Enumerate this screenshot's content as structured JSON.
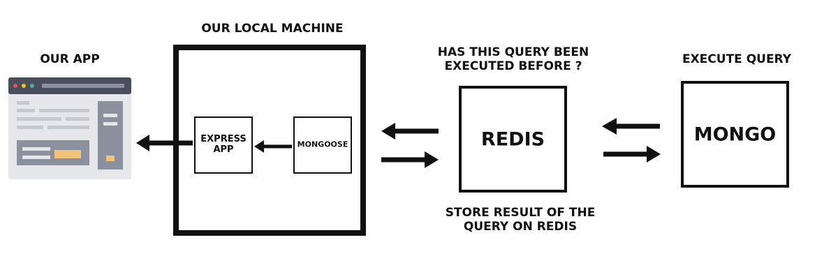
{
  "app_label": "OUR APP",
  "machine_label": "OUR LOCAL MACHINE",
  "query_check_label_line1": "HAS THIS QUERY BEEN",
  "query_check_label_line2": "EXECUTED BEFORE ?",
  "execute_label": "EXECUTE QUERY",
  "store_label_line1": "STORE RESULT OF THE",
  "store_label_line2": "QUERY ON REDIS",
  "express_line1": "EXPRESS",
  "express_line2": "APP",
  "mongoose_label": "MONGOOSE",
  "redis_label": "REDIS",
  "mongo_label": "MONGO",
  "icons": {
    "app_window": "browser-window-icon"
  },
  "colors": {
    "stroke": "#111111",
    "window_titlebar": "#4a4e5c",
    "window_body": "#e6e7ea",
    "window_sidebar": "#8c8f9c",
    "window_lines": "#c7c9cf",
    "dot_red": "#e2574c",
    "dot_yellow": "#f0c419",
    "dot_green": "#3db39e",
    "accent_orange": "#f3c27a"
  }
}
